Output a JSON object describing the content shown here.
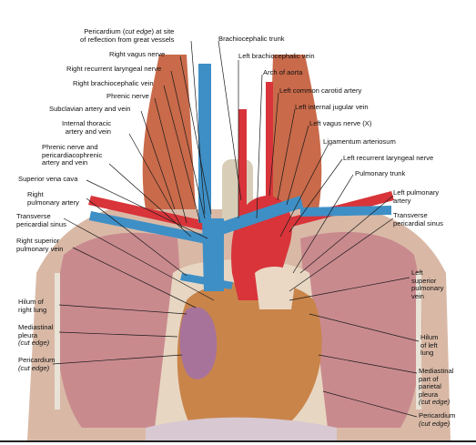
{
  "labels": {
    "pericardium_reflection": {
      "line1": "Pericardium (",
      "italic": "cut edge",
      "line1b": ") at site",
      "line2": "of reflection from great vessels"
    },
    "brachiocephalic_trunk": "Brachiocephalic trunk",
    "right_vagus_nerve": "Right vagus nerve",
    "left_brachiocephalic_vein": "Left brachiocephalic vein",
    "right_recurrent_laryngeal_nerve": "Right recurrent laryngeal nerve",
    "arch_of_aorta": "Arch of aorta",
    "right_brachiocephalic_vein": "Right brachiocephalic vein",
    "left_common_carotid_artery": "Left common carotid artery",
    "phrenic_nerve": "Phrenic nerve",
    "left_internal_jugular_vein": "Left internal jugular vein",
    "subclavian_artery_vein": "Subclavian artery and vein",
    "left_vagus_nerve": "Left vagus nerve (X)",
    "internal_thoracic": {
      "line1": "Internal thoracic",
      "line2": "artery and vein"
    },
    "ligamentum_arteriosum": "Ligamentum arteriosum",
    "phrenic_pericardiacophrenic": {
      "line1": "Phrenic nerve and",
      "line2": "pericardiacophrenic",
      "line3": "artery and vein"
    },
    "left_recurrent_laryngeal_nerve": "Left recurrent laryngeal nerve",
    "pulmonary_trunk": "Pulmonary trunk",
    "superior_vena_cava": "Superior vena cava",
    "left_pulmonary_artery": {
      "line1": "Left pulmonary",
      "line2": "artery"
    },
    "right_pulmonary_artery": {
      "line1": "Right",
      "line2": "pulmonary artery"
    },
    "transverse_sinus_left": {
      "line1": "Transverse",
      "line2": "pericardial sinus"
    },
    "transverse_sinus_right": {
      "line1": "Transverse",
      "line2": "pericardial sinus"
    },
    "right_superior_pulmonary_vein": {
      "line1": "Right superior",
      "line2": "pulmonary vein"
    },
    "left_superior_pulmonary_vein": {
      "line1": "Left",
      "line2": "superior",
      "line3": "pulmonary",
      "line4": "vein"
    },
    "hilum_right_lung": {
      "line1": "Hilum of",
      "line2": "right lung"
    },
    "mediastinal_pleura": {
      "line1": "Mediastinal",
      "line2": "pleura",
      "line3": "(cut edge)"
    },
    "hilum_left_lung": {
      "line1": "Hilum",
      "line2": "of left",
      "line3": "lung"
    },
    "pericardium_right": {
      "line1": "Pericardium",
      "line2": "(cut edge)"
    },
    "mediastinal_parietal_pleura": {
      "line1": "Mediastinal",
      "line2": "part of",
      "line3": "parietal",
      "line4": "pleura",
      "line5": "(cut edge)"
    },
    "pericardium_left": {
      "line1": "Pericardium",
      "line2": "(cut edge)"
    }
  },
  "colors": {
    "artery": "#d8343a",
    "vein": "#3e8fc6",
    "lung": "#c98a8e",
    "heart": "#c9844a",
    "pericardium": "#e7d6c2"
  }
}
